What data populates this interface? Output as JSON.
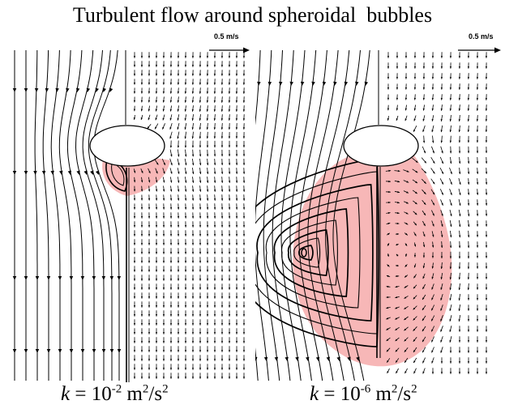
{
  "title": "Turbulent flow around spheroidal  bubbles",
  "scale_bar": {
    "label": "0.5 m/s"
  },
  "panels": [
    {
      "k_symbol": "k",
      "equals": "=",
      "mantissa": "10",
      "exponent": "-2",
      "unit": "m",
      "unit_exp": "2",
      "per": "/s",
      "per_exp": "2"
    },
    {
      "k_symbol": "k",
      "equals": "=",
      "mantissa": "10",
      "exponent": "-6",
      "unit": "m",
      "unit_exp": "2",
      "per": "/s",
      "per_exp": "2"
    }
  ],
  "colors": {
    "wake": "#f7b7b7",
    "lines": "#000000",
    "bubble_fill": "#ffffff"
  }
}
